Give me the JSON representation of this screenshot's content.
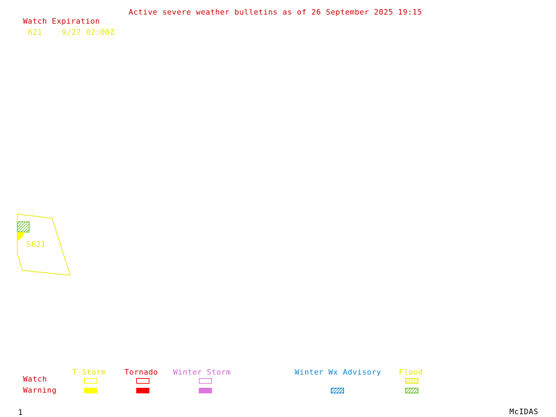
{
  "header": {
    "title": "Active severe weather bulletins as of 26 September 2025 19:15",
    "watch_expiration_label": "Watch Expiration",
    "watches": [
      {
        "number": "621",
        "expires": "9/27 02:00Z"
      }
    ]
  },
  "map": {
    "watch_box_label": "S621"
  },
  "legend": {
    "categories": {
      "tstorm": "T-Storm",
      "tornado": "Tornado",
      "winter_storm": "Winter Storm",
      "winter_advisory": "Winter Wx Advisory",
      "flood": "Flood"
    },
    "rows": {
      "watch": "Watch",
      "warning": "Warning"
    },
    "colors": {
      "tstorm": "#ffff00",
      "tornado": "#ff0000",
      "winter_storm": "#dd77dd",
      "winter_advisory": "#1188cc",
      "flood": "#66bb22",
      "flood_label": "#e6e600",
      "text_red": "#cc0000"
    }
  },
  "footer": {
    "page_number": "1",
    "brand": "McIDAS"
  }
}
